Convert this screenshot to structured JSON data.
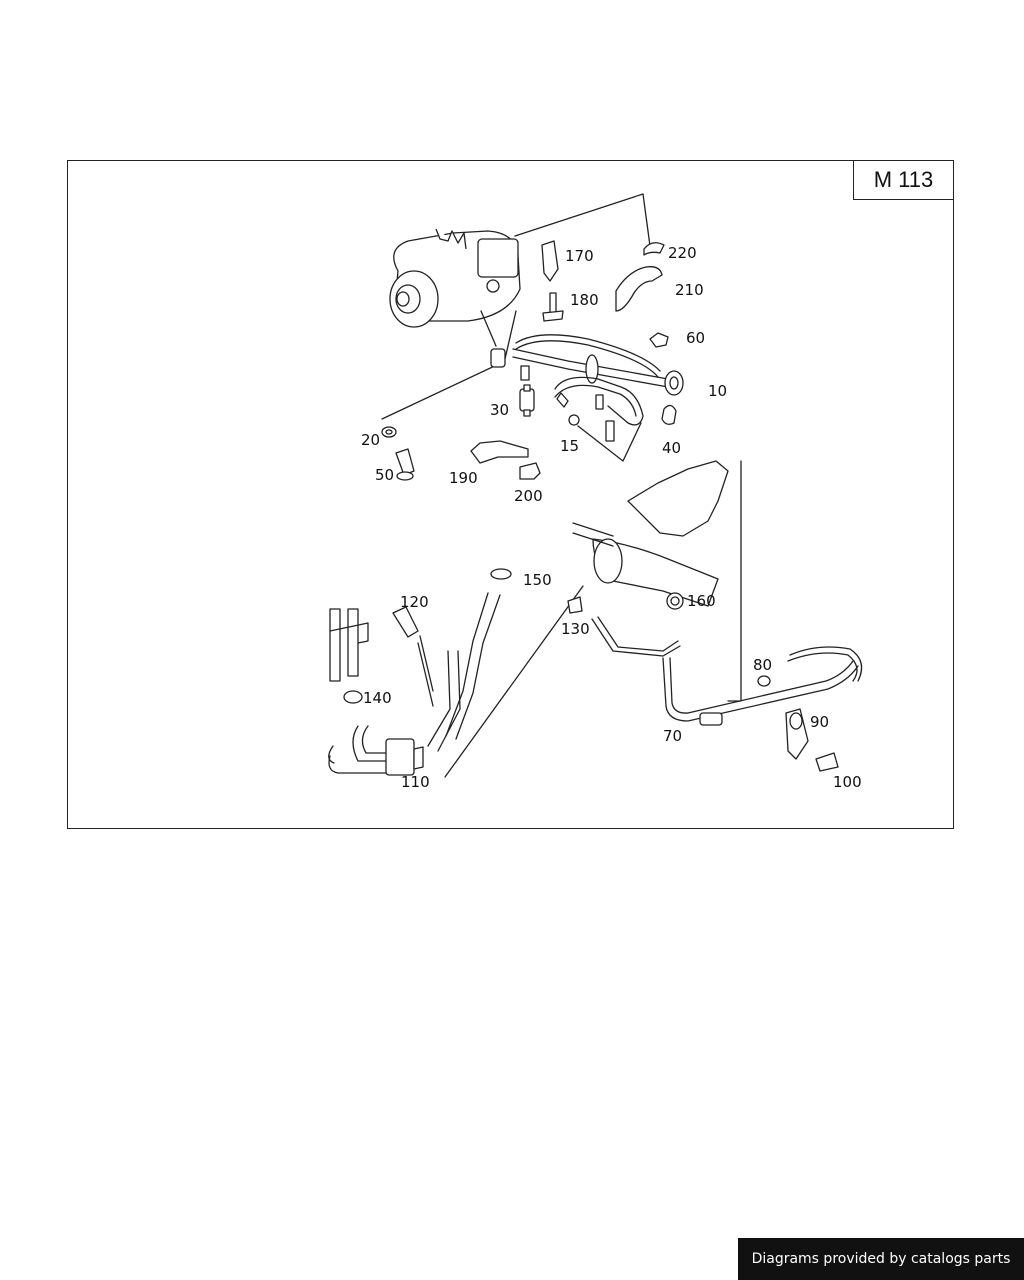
{
  "diagram": {
    "model_code": "M 113",
    "parts": [
      {
        "id": "10",
        "label": "10"
      },
      {
        "id": "15",
        "label": "15"
      },
      {
        "id": "20",
        "label": "20"
      },
      {
        "id": "30",
        "label": "30"
      },
      {
        "id": "40",
        "label": "40"
      },
      {
        "id": "50",
        "label": "50"
      },
      {
        "id": "60",
        "label": "60"
      },
      {
        "id": "70",
        "label": "70"
      },
      {
        "id": "80",
        "label": "80"
      },
      {
        "id": "90",
        "label": "90"
      },
      {
        "id": "100",
        "label": "100"
      },
      {
        "id": "110",
        "label": "110"
      },
      {
        "id": "120",
        "label": "120"
      },
      {
        "id": "130",
        "label": "130"
      },
      {
        "id": "140",
        "label": "140"
      },
      {
        "id": "150",
        "label": "150"
      },
      {
        "id": "160",
        "label": "160"
      },
      {
        "id": "170",
        "label": "170"
      },
      {
        "id": "180",
        "label": "180"
      },
      {
        "id": "190",
        "label": "190"
      },
      {
        "id": "200",
        "label": "200"
      },
      {
        "id": "210",
        "label": "210"
      },
      {
        "id": "220",
        "label": "220"
      }
    ]
  },
  "footer": {
    "text": "Diagrams provided by catalogs parts"
  }
}
